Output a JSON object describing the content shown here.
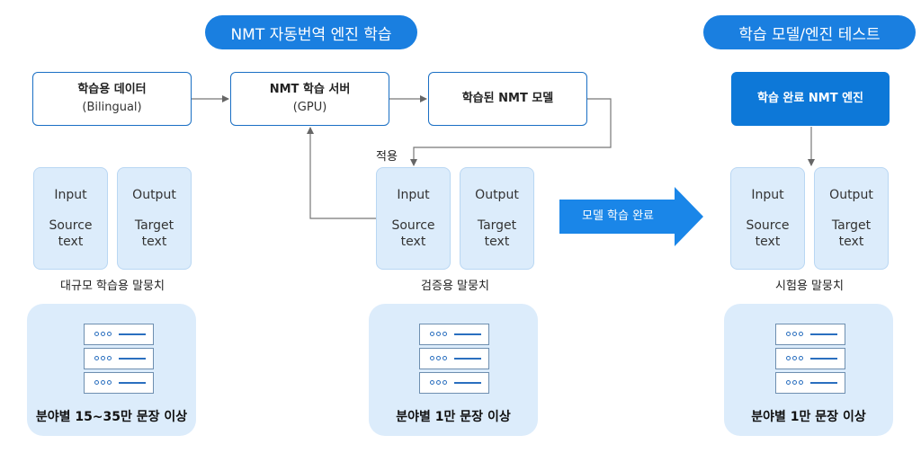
{
  "headers": {
    "training": "NMT 자동번역 엔진 학습",
    "testing": "학습 모델/엔진 테스트"
  },
  "flow": {
    "training_data": {
      "title": "학습용 데이터",
      "sub": "(Bilingual)"
    },
    "nmt_server": {
      "title": "NMT 학습 서버",
      "sub": "(GPU)"
    },
    "trained_model": {
      "title": "학습된 NMT 모델"
    },
    "trained_engine": {
      "title": "학습 완료 NMT 엔진"
    },
    "apply_label": "적용"
  },
  "corpora": {
    "large": {
      "input": {
        "title": "Input",
        "line1": "Source",
        "line2": "text"
      },
      "output": {
        "title": "Output",
        "line1": "Target",
        "line2": "text"
      },
      "caption": "대규모 학습용 말뭉치"
    },
    "validation": {
      "input": {
        "title": "Input",
        "line1": "Source",
        "line2": "text"
      },
      "output": {
        "title": "Output",
        "line1": "Target",
        "line2": "text"
      },
      "caption": "검증용 말뭉치"
    },
    "test": {
      "input": {
        "title": "Input",
        "line1": "Source",
        "line2": "text"
      },
      "output": {
        "title": "Output",
        "line1": "Target",
        "line2": "text"
      },
      "caption": "시험용 말뭉치"
    }
  },
  "big_arrow_label": "모델 학습 완료",
  "panels": {
    "large": "분야별 15~35만 문장 이상",
    "validation": "분야별 1만 문장 이상",
    "test": "분야별 1만 문장 이상"
  },
  "colors": {
    "accent": "#1a7fe0",
    "card_bg": "#dcecfb",
    "border": "#1a6fc4"
  },
  "icons": [
    "server-rack-icon"
  ]
}
